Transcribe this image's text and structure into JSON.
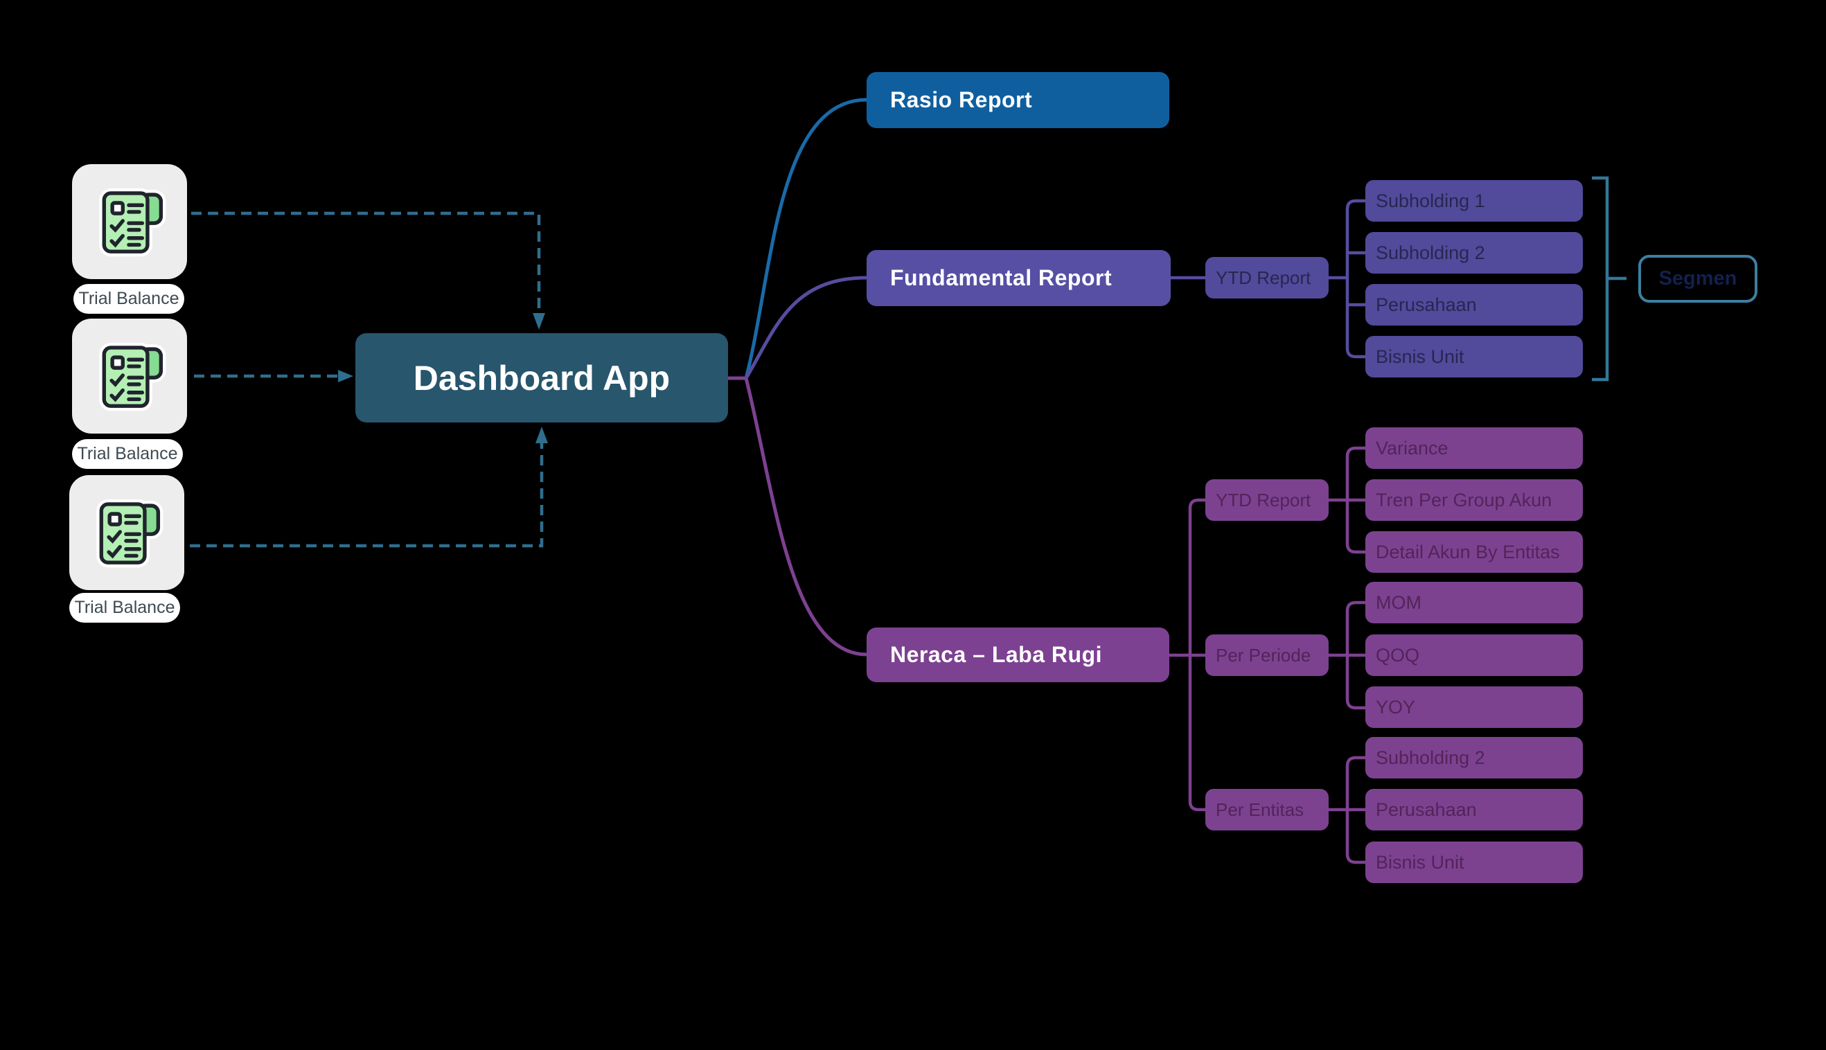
{
  "palette": {
    "bg": "#000000",
    "root-fill": "#27566D",
    "blue-fill": "#0F5F9F",
    "blue-line": "#1A6AA8",
    "indigo-fill": "#574FA3",
    "indigo-child-fill": "#524A9B",
    "indigo-line": "#564CA0",
    "indigo-text": "#2A2550",
    "magenta-fill": "#7D4191",
    "magenta-child-fill": "#7C4290",
    "magenta-line": "#7D4191",
    "magenta-text": "#522459",
    "teal-line": "#2F6E8E",
    "bracket": "#337797",
    "segmen-border": "#3D7FA0",
    "segmen-text": "#13204E",
    "source-box": "#EDEDEE",
    "white": "#FFFFFF",
    "label-text": "#3E4A52",
    "icon-green": "#B4EFB4",
    "icon-green-dark": "#86DC92",
    "icon-outline": "#20242C"
  },
  "sources": {
    "s1": {
      "label": "Trial Balance",
      "icon": "checklist-document-icon"
    },
    "s2": {
      "label": "Trial Balance",
      "icon": "checklist-document-icon"
    },
    "s3": {
      "label": "Trial Balance",
      "icon": "checklist-document-icon"
    }
  },
  "nodes": {
    "root": {
      "label": "Dashboard App"
    },
    "rasio": {
      "label": "Rasio Report"
    },
    "fundamental": {
      "label": "Fundamental Report"
    },
    "ytd_fundamental": {
      "label": "YTD Report"
    },
    "subholding1": {
      "label": "Subholding 1"
    },
    "subholding2": {
      "label": "Subholding 2"
    },
    "perusahaan": {
      "label": "Perusahaan"
    },
    "bisnis_unit": {
      "label": "Bisnis Unit"
    },
    "segmen": {
      "label": "Segmen"
    },
    "neraca": {
      "label": "Neraca – Laba Rugi"
    },
    "ytd_neraca": {
      "label": "YTD Report"
    },
    "per_periode": {
      "label": "Per Periode"
    },
    "per_entitas": {
      "label": "Per Entitas"
    },
    "variance": {
      "label": "Variance"
    },
    "tren_per_group_akun": {
      "label": "Tren Per Group Akun"
    },
    "detail_akun_by_entitas": {
      "label": "Detail Akun By Entitas"
    },
    "mom": {
      "label": "MOM"
    },
    "qoq": {
      "label": "QOQ"
    },
    "yoy": {
      "label": "YOY"
    },
    "subholding2_entitas": {
      "label": "Subholding 2"
    },
    "perusahaan_entitas": {
      "label": "Perusahaan"
    },
    "bisnis_unit_entitas": {
      "label": "Bisnis Unit"
    }
  }
}
